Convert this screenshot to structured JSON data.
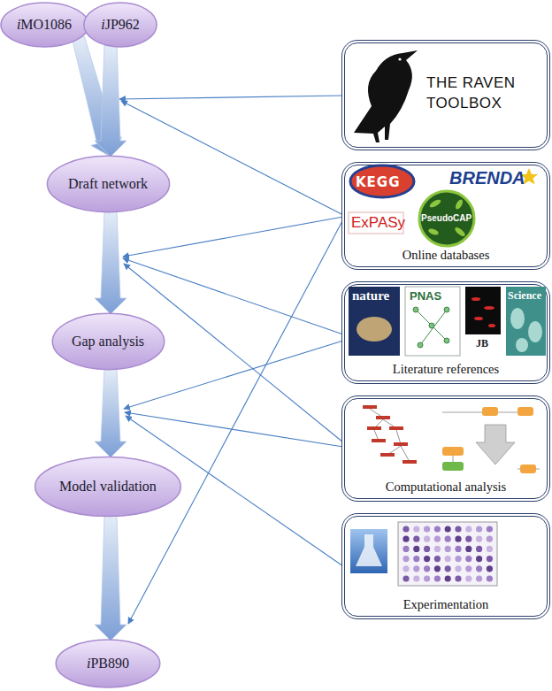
{
  "diagram": {
    "nodes": [
      {
        "text": [
          "iMO1086"
        ]
      },
      {
        "text": [
          "iJP962"
        ]
      },
      {
        "text": [
          "Draft network"
        ]
      },
      {
        "text": [
          "Gap analysis"
        ]
      },
      {
        "text": [
          "Model validation"
        ]
      },
      {
        "text": [
          "iPB890"
        ]
      },
      {
        "text": [
          "THE RAVEN TOOLBOX"
        ]
      },
      {
        "text": [
          "Online databases"
        ]
      },
      {
        "text": [
          "Literature references"
        ]
      },
      {
        "text": [
          "Computational analysis"
        ]
      },
      {
        "text": [
          "Experimentation"
        ]
      }
    ],
    "edges": [
      {
        "from": 0,
        "to": 2,
        "arrow": "to"
      },
      {
        "from": 1,
        "to": 2,
        "arrow": "to"
      },
      {
        "from": 2,
        "to": 3,
        "arrow": "to"
      },
      {
        "from": 3,
        "to": 4,
        "arrow": "to"
      },
      {
        "from": 4,
        "to": 5,
        "arrow": "to"
      }
    ],
    "labels": [
      "KEGG",
      "BRENDA",
      "ExPASy",
      "PseudoCAP",
      "nature",
      "PNAS",
      "JB",
      "Science"
    ]
  }
}
